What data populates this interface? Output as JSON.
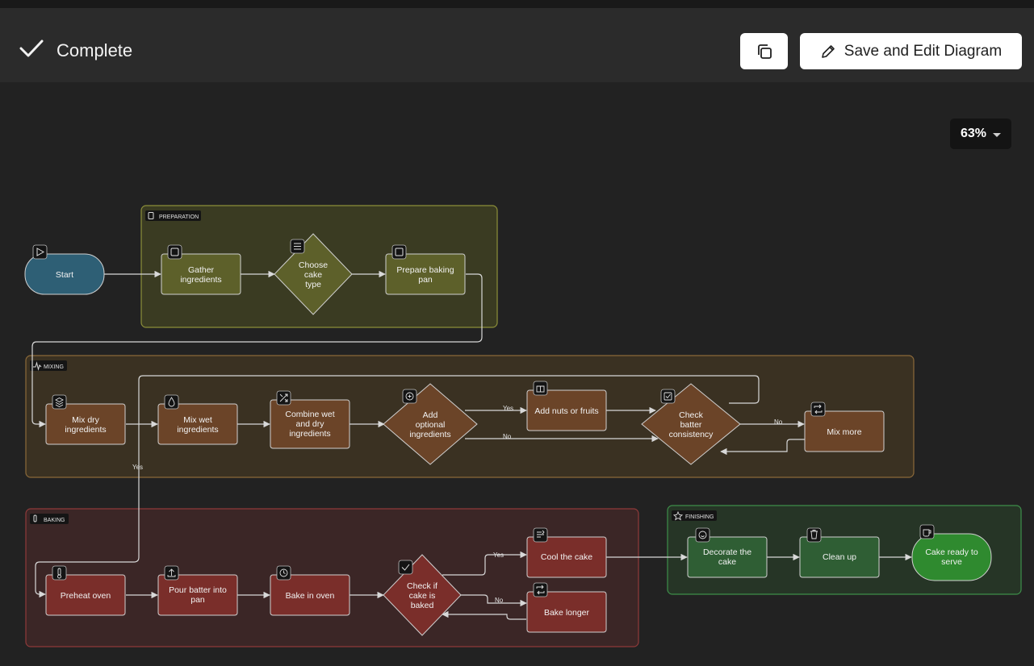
{
  "header": {
    "status": "Complete",
    "save_label": "Save and Edit Diagram",
    "copy_icon": "copy-icon",
    "edit_icon": "pencil-icon"
  },
  "zoom": {
    "value": "63%"
  },
  "colors": {
    "canvas": "#222222",
    "preparation": "#4e5121",
    "mixing": "#6b4428",
    "baking": "#7a2e2a",
    "finishing": "#2f5e34",
    "start": "#2e5f75",
    "end": "#2f8a2f"
  },
  "groups": {
    "preparation": "PREPARATION",
    "mixing": "MIXING",
    "baking": "BAKING",
    "finishing": "FINISHING"
  },
  "nodes": {
    "start": "Start",
    "gather_1": "Gather",
    "gather_2": "ingredients",
    "choose_1": "Choose",
    "choose_2": "cake",
    "choose_3": "type",
    "prepare_1": "Prepare baking",
    "prepare_2": "pan",
    "mixdry_1": "Mix dry",
    "mixdry_2": "ingredients",
    "mixwet_1": "Mix wet",
    "mixwet_2": "ingredients",
    "combine_1": "Combine wet",
    "combine_2": "and dry",
    "combine_3": "ingredients",
    "add_1": "Add",
    "add_2": "optional",
    "add_3": "ingredients",
    "nuts": "Add nuts or fruits",
    "checkb_1": "Check",
    "checkb_2": "batter",
    "checkb_3": "consistency",
    "mixmore": "Mix more",
    "preheat": "Preheat oven",
    "pour_1": "Pour batter into",
    "pour_2": "pan",
    "bake": "Bake in oven",
    "checkc_1": "Check if",
    "checkc_2": "cake is",
    "checkc_3": "baked",
    "cool": "Cool the cake",
    "longer": "Bake longer",
    "decorate_1": "Decorate the",
    "decorate_2": "cake",
    "cleanup": "Clean up",
    "ready_1": "Cake ready to",
    "ready_2": "serve"
  },
  "edge_labels": {
    "yes": "Yes",
    "no": "No"
  }
}
